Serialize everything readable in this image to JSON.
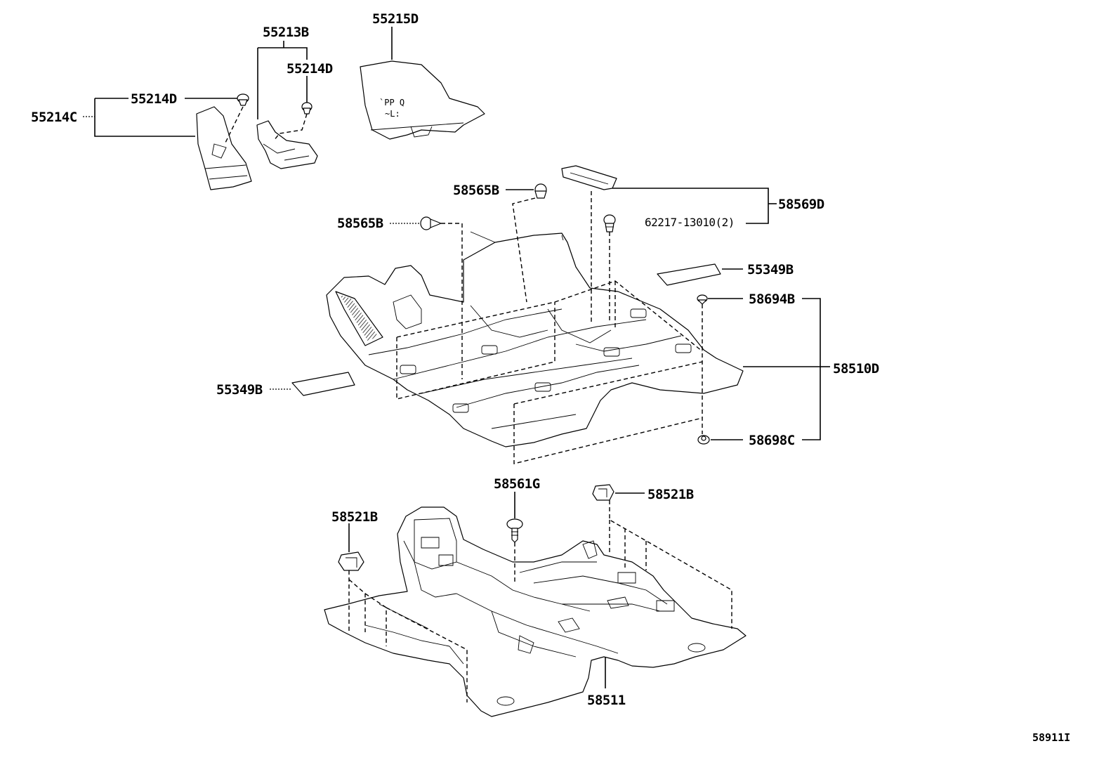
{
  "diagram": {
    "labels": {
      "l_55215D": "55215D",
      "l_55213B": "55213B",
      "l_55214D_a": "55214D",
      "l_55214D_b": "55214D",
      "l_55214C": "55214C",
      "l_58565B_a": "58565B",
      "l_58565B_b": "58565B",
      "l_58569D": "58569D",
      "l_62217": "62217-13010(2)",
      "l_55349B_a": "55349B",
      "l_55349B_b": "55349B",
      "l_58694B": "58694B",
      "l_58510D": "58510D",
      "l_58698C": "58698C",
      "l_58561G": "58561G",
      "l_58521B_a": "58521B",
      "l_58521B_b": "58521B",
      "l_58511": "58511"
    },
    "reference_code": "58911I"
  }
}
